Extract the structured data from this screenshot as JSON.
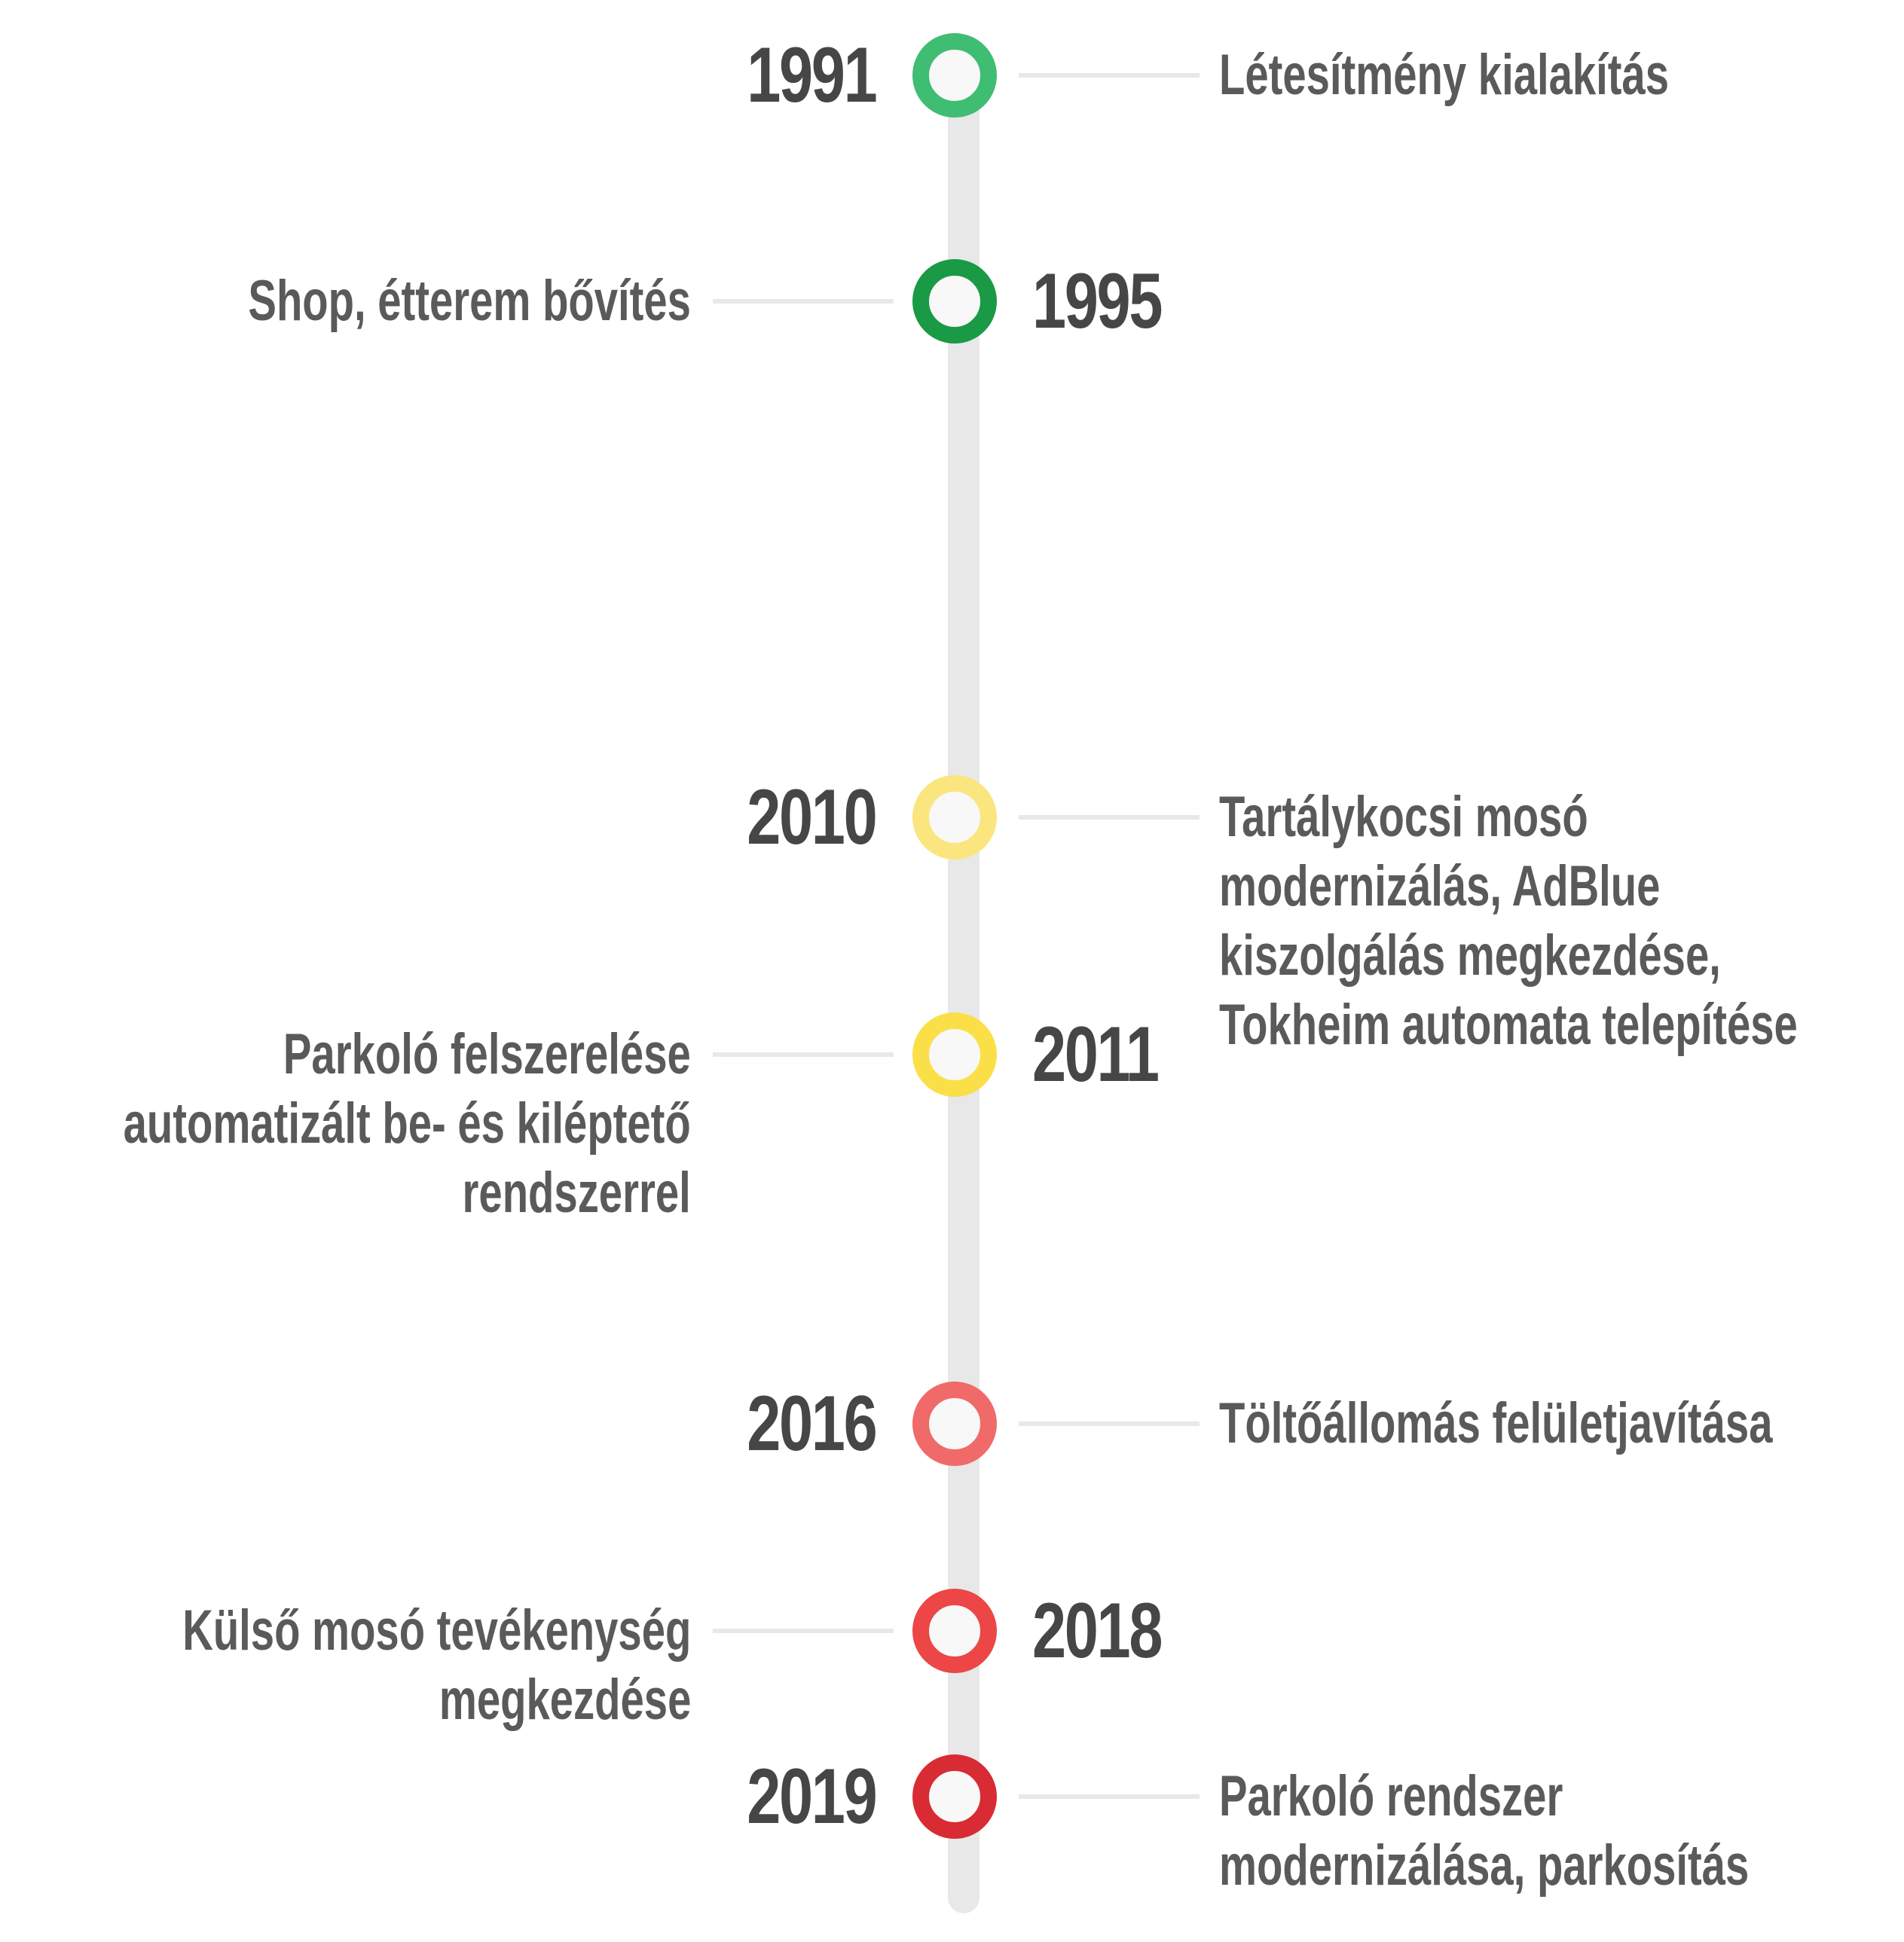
{
  "events": [
    {
      "year": "1991",
      "side": "right",
      "color": "#3fbd72",
      "lines": [
        "Létesítmény kialakítás"
      ]
    },
    {
      "year": "1995",
      "side": "left",
      "color": "#1a9a44",
      "lines": [
        "Shop, étterem bővítés"
      ]
    },
    {
      "year": "2010",
      "side": "right",
      "color": "#fbe57e",
      "lines": [
        "Tartálykocsi mosó",
        "modernizálás, AdBlue",
        "kiszolgálás megkezdése,",
        "Tokheim automata telepítése"
      ]
    },
    {
      "year": "2011",
      "side": "left",
      "color": "#fbdf48",
      "lines": [
        "Parkoló felszerelése",
        "automatizált be- és kiléptető",
        "rendszerrel"
      ]
    },
    {
      "year": "2016",
      "side": "right",
      "color": "#f06a6a",
      "lines": [
        "Töltőállomás felületjavítása"
      ]
    },
    {
      "year": "2018",
      "side": "left",
      "color": "#ec4646",
      "lines": [
        "Külső mosó tevékenység",
        "megkezdése"
      ]
    },
    {
      "year": "2019",
      "side": "right",
      "color": "#d92b33",
      "lines": [
        "Parkoló rendszer",
        "modernizálása, parkosítás"
      ]
    }
  ]
}
